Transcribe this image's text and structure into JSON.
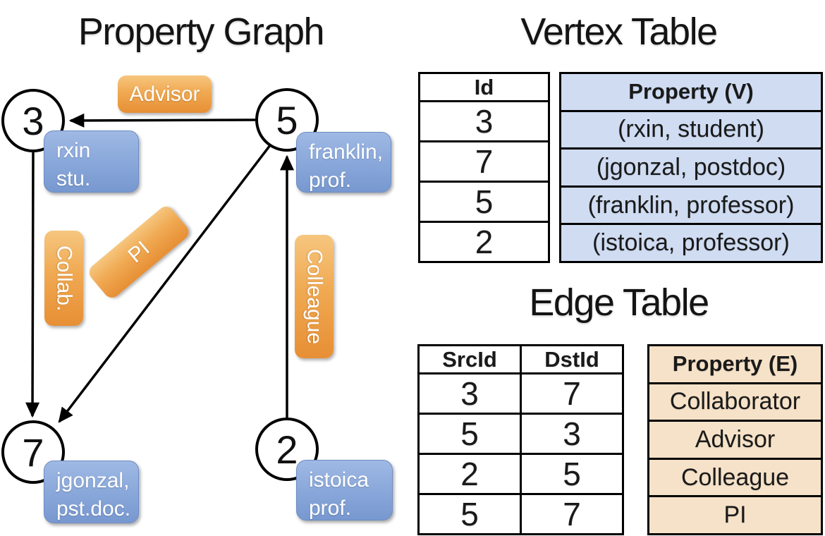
{
  "titles": {
    "graph": "Property Graph",
    "vertex_table": "Vertex Table",
    "edge_table": "Edge Table"
  },
  "graph": {
    "nodes": [
      {
        "id": "3",
        "label_lines": [
          "rxin",
          "stu."
        ]
      },
      {
        "id": "5",
        "label_lines": [
          "franklin,",
          "prof."
        ]
      },
      {
        "id": "7",
        "label_lines": [
          "jgonzal,",
          "pst.doc."
        ]
      },
      {
        "id": "2",
        "label_lines": [
          "istoica",
          "prof."
        ]
      }
    ],
    "edges": [
      {
        "src": "3",
        "dst": "7",
        "label": "Collab."
      },
      {
        "src": "5",
        "dst": "3",
        "label": "Advisor"
      },
      {
        "src": "2",
        "dst": "5",
        "label": "Colleague"
      },
      {
        "src": "5",
        "dst": "7",
        "label": "PI"
      }
    ]
  },
  "vertex_table": {
    "headers": {
      "id": "Id",
      "property": "Property (V)"
    },
    "rows": [
      {
        "id": "3",
        "property": "(rxin, student)"
      },
      {
        "id": "7",
        "property": "(jgonzal, postdoc)"
      },
      {
        "id": "5",
        "property": "(franklin, professor)"
      },
      {
        "id": "2",
        "property": "(istoica, professor)"
      }
    ]
  },
  "edge_table": {
    "headers": {
      "src": "SrcId",
      "dst": "DstId",
      "property": "Property (E)"
    },
    "rows": [
      {
        "src": "3",
        "dst": "7",
        "property": "Collaborator"
      },
      {
        "src": "5",
        "dst": "3",
        "property": "Advisor"
      },
      {
        "src": "2",
        "dst": "5",
        "property": "Colleague"
      },
      {
        "src": "5",
        "dst": "7",
        "property": "PI"
      }
    ]
  },
  "colors": {
    "orange_top": "#f6c67f",
    "orange_bottom": "#e78f35",
    "blue_top": "#9fb9e4",
    "blue_bottom": "#7798d0",
    "tbl_blue": "#cfdcf2",
    "tbl_tan": "#f6e2c8"
  }
}
